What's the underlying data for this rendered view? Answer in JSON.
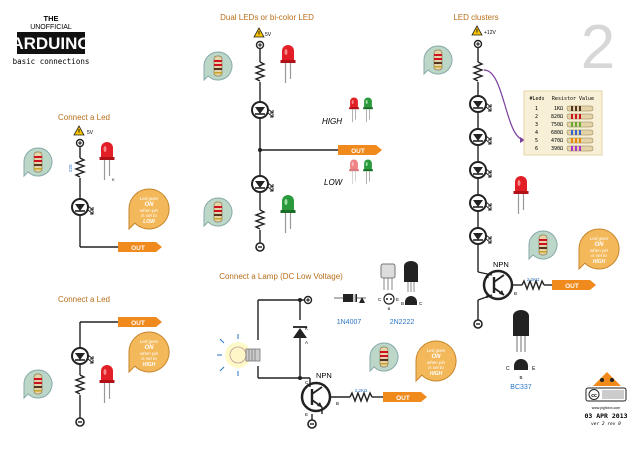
{
  "header": {
    "the": "THE",
    "unofficial": "UNOFFICIAL",
    "brand": "ARDUINO",
    "subtitle": "basic connections",
    "page_number": "2"
  },
  "sections": {
    "connect_led_top": "Connect a Led",
    "connect_led_bottom": "Connect a Led",
    "dual_leds": "Dual LEDs or bi-color LED",
    "led_clusters": "LED clusters",
    "connect_lamp": "Connect a Lamp (DC Low Voltage)"
  },
  "labels": {
    "v5": "5V",
    "v12": "+12V",
    "out": "OUT",
    "high": "HIGH",
    "low": "LOW",
    "npn": "NPN",
    "r220": "220",
    "r2k": "2.2KΩ",
    "pin_a": "A",
    "pin_k": "K",
    "pin_b": "B",
    "pin_c": "C",
    "pin_e": "E",
    "diode": "1N4007",
    "transistor_1": "2N2222",
    "transistor_2": "BC337"
  },
  "callouts": {
    "on_low": [
      "Led goes",
      "ON",
      "when pin",
      "is set to",
      "LOW"
    ],
    "on_high": [
      "Led goes",
      "ON",
      "when pin",
      "is set to",
      "HIGH"
    ]
  },
  "table": {
    "headers": [
      "#Leds",
      "Resistor Value"
    ],
    "rows": [
      {
        "leds": "1",
        "value": "1KΩ"
      },
      {
        "leds": "2",
        "value": "820Ω"
      },
      {
        "leds": "3",
        "value": "750Ω"
      },
      {
        "leds": "4",
        "value": "680Ω"
      },
      {
        "leds": "5",
        "value": "470Ω"
      },
      {
        "leds": "6",
        "value": "390Ω"
      }
    ]
  },
  "footer": {
    "url": "www.pighixxx.com",
    "date": "03 APR 2013",
    "version": "ver 2 rev 0"
  },
  "colors": {
    "orange": "#f08a1c",
    "title_orange": "#b86e1a",
    "blue": "#2a76c6",
    "callout_fill": "#f3b85a",
    "red_led": "#e21e26",
    "green_led": "#2a9a3c",
    "purple": "#7b3fa0"
  }
}
